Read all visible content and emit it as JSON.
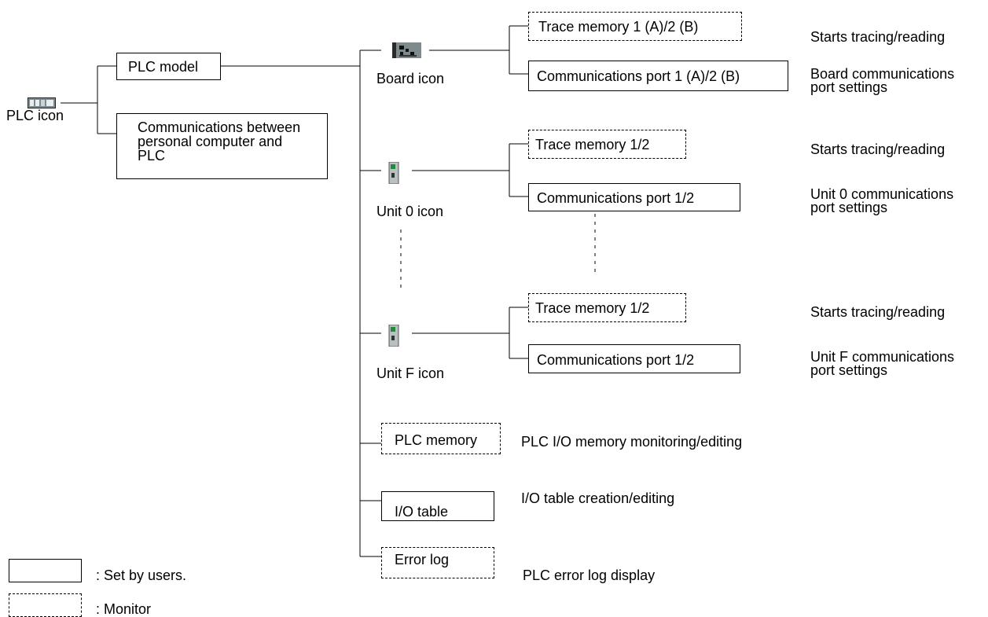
{
  "plc": {
    "label": "PLC icon",
    "icon": "plc-rack-icon"
  },
  "plc_children": {
    "plc_model": "PLC model",
    "communications": "Communications between\npersonal computer and\nPLC"
  },
  "board": {
    "label": "Board icon",
    "icon": "board-icon",
    "trace": "Trace memory 1 (A)/2 (B)",
    "trace_desc": "Starts tracing/reading",
    "port": "Communications port 1 (A)/2 (B)",
    "port_desc": "Board communications\nport settings"
  },
  "unit0": {
    "label": "Unit 0 icon",
    "icon": "unit-icon",
    "trace": "Trace memory 1/2",
    "trace_desc": "Starts tracing/reading",
    "port": "Communications port 1/2",
    "port_desc": "Unit 0 communications\nport settings"
  },
  "unitF": {
    "label": "Unit F icon",
    "icon": "unit-icon",
    "trace": "Trace memory 1/2",
    "trace_desc": "Starts tracing/reading",
    "port": "Communications port 1/2",
    "port_desc": "Unit F communications\nport settings"
  },
  "plc_memory": {
    "label": "PLC memory",
    "desc": "PLC I/O memory monitoring/editing"
  },
  "io_table": {
    "label": "I/O table",
    "desc": "I/O table creation/editing"
  },
  "error_log": {
    "label": "Error log",
    "desc": "PLC error log display"
  },
  "legend": {
    "set_by_users": ": Set by users.",
    "monitor": ": Monitor"
  }
}
